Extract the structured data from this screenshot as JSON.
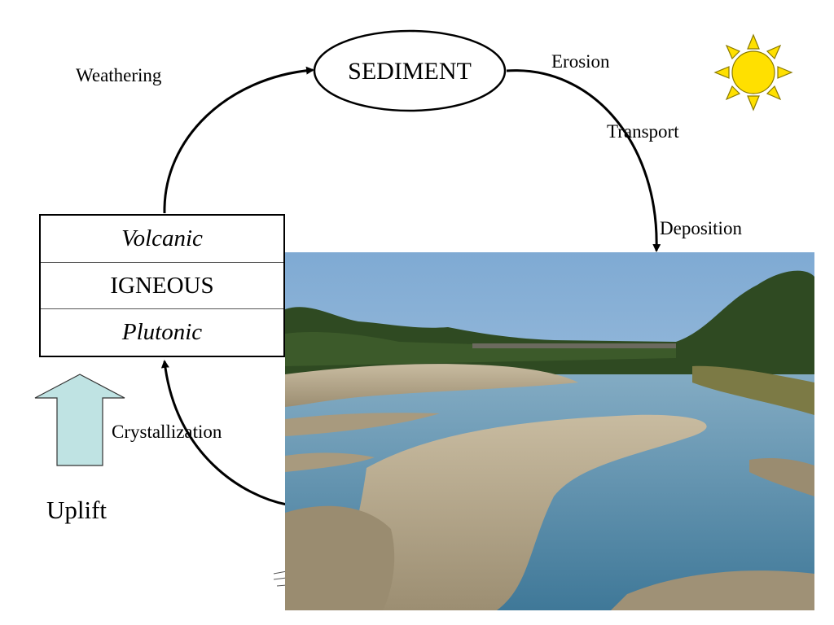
{
  "diagram": {
    "sediment_label": "SEDIMENT",
    "weathering_label": "Weathering",
    "erosion_label": "Erosion",
    "transport_label": "Transport",
    "deposition_label": "Deposition",
    "crystallization_label": "Crystallization",
    "uplift_label": "Uplift",
    "igneous": {
      "top_label": "Volcanic",
      "middle_label": "IGNEOUS",
      "bottom_label": "Plutonic"
    }
  },
  "colors": {
    "sun_fill": "#FFE000",
    "sun_stroke": "#8A7A00",
    "uplift_arrow_fill": "#BFE3E3",
    "water": "#5E8FAA",
    "sand": "#B3A589",
    "sky": "#8EB6D9",
    "trees": "#2F4A22"
  },
  "icons": {
    "sun": "sun-icon",
    "uplift_arrow": "up-arrow-icon"
  }
}
